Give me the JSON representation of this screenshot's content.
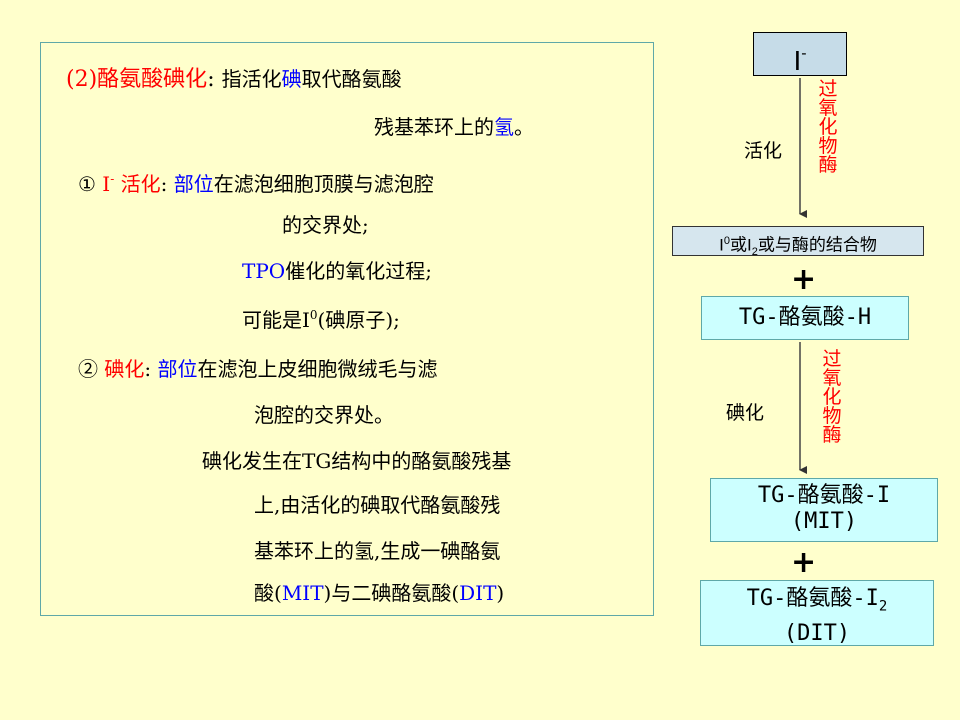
{
  "panel": {
    "heading_num": "(2)",
    "heading_title": "酪氨酸碘化",
    "heading_colon": ":",
    "heading_rest_a": "指活化",
    "heading_rest_iodine": "碘",
    "heading_rest_b": "取代酪氨酸",
    "heading_line2_a": "残基苯环上的",
    "heading_line2_hydrogen": "氢",
    "heading_line2_end": "。",
    "item1_marker": "①",
    "item1_ion": "I",
    "item1_sup": "-",
    "item1_title": "活化",
    "item1_colon": ":",
    "item1_site_label": "部位",
    "item1_site_text": "在滤泡细胞顶膜与滤泡腔",
    "item1_site_cont": "的交界处;",
    "item1_tpo": "TPO",
    "item1_tpo_text": "催化的氧化过程;",
    "item1_maybe_a": "可能是I",
    "item1_maybe_sup": "0",
    "item1_maybe_b": "(碘原子);",
    "item2_marker": "②",
    "item2_title": "碘化",
    "item2_colon": ":",
    "item2_site_label": "部位",
    "item2_site_text": "在滤泡上皮细胞微绒毛与滤",
    "item2_site_cont": "泡腔的交界处。",
    "item2_desc1": "碘化发生在TG结构中的酪氨酸残基",
    "item2_desc2": "上,由活化的碘取代酪氨酸残",
    "item2_desc3": "基苯环上的氢,生成一碘酪氨",
    "item2_desc4_a": "酸(",
    "item2_desc4_mit": "MIT",
    "item2_desc4_b": ")与二碘酪氨酸(",
    "item2_desc4_dit": "DIT",
    "item2_desc4_c": ")"
  },
  "flow": {
    "iodide_base": "I",
    "iodide_sup": "-",
    "step1_label": "活化",
    "step1_enzyme": [
      "过",
      "氧",
      "化",
      "物",
      "酶"
    ],
    "complex_a": "I",
    "complex_sup": "0",
    "complex_b": "或I",
    "complex_sub": "2",
    "complex_c": "或与酶的结合物",
    "plus1": "+",
    "tg_h": "TG-酪氨酸-H",
    "step2_label": "碘化",
    "step2_enzyme": [
      "过",
      "氧",
      "化",
      "物",
      "酶"
    ],
    "mit_line1": "TG-酪氨酸-I",
    "mit_line2": "(MIT)",
    "plus2": "+",
    "dit_line1_a": "TG-酪氨酸-I",
    "dit_line1_sub": "2",
    "dit_line2": "(DIT)"
  },
  "colors": {
    "background": "#FFFFCC",
    "accent_red": "#FF0000",
    "accent_blue": "#0000FF",
    "box_fill": "#CCFFFF"
  }
}
